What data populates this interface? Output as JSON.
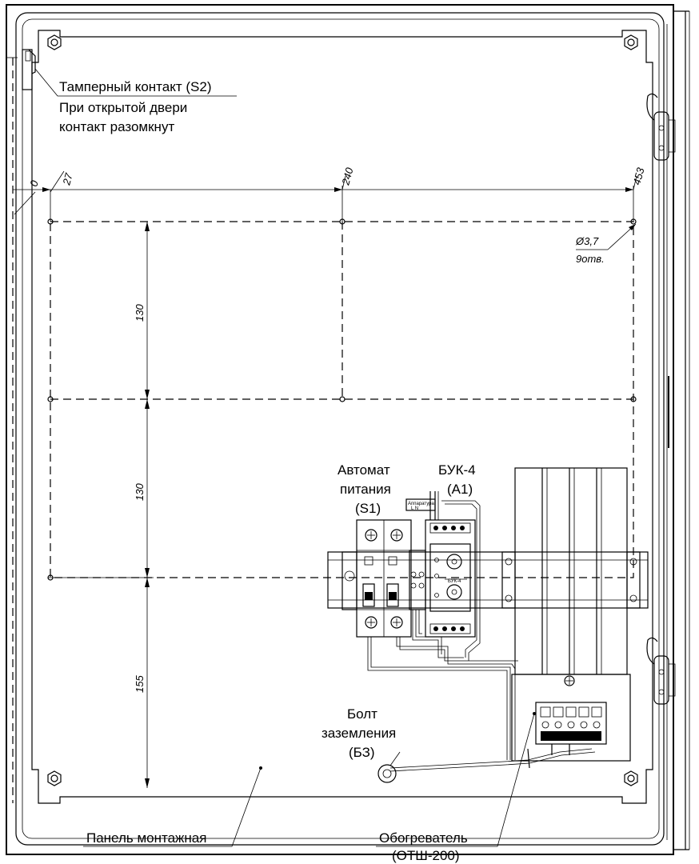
{
  "labels": {
    "tamper_title": "Тамперный контакт (S2)",
    "tamper_line1": "При открытой двери",
    "tamper_line2": "контакт разомкнут",
    "breaker_line1": "Автомат",
    "breaker_line2": "питания",
    "breaker_line3": "(S1)",
    "buk_line1": "БУК-4",
    "buk_line2": "(А1)",
    "bolt_line1": "Болт",
    "bolt_line2": "заземления",
    "bolt_line3": "(БЗ)",
    "panel": "Панель монтажная",
    "heater_line1": "Обогреватель",
    "heater_line2": "(ОТШ-200)"
  },
  "dimensions": {
    "x0": "0",
    "x27": "27",
    "x240": "240",
    "x453": "453",
    "hole_diameter": "Ø3,7",
    "hole_count": "9отв.",
    "v1": "130",
    "v2": "130",
    "v3": "155"
  },
  "device_text": {
    "breaker_tag": "Аппаратура",
    "breaker_tag_sub": "L  N",
    "buk_name": "БУК-4"
  }
}
